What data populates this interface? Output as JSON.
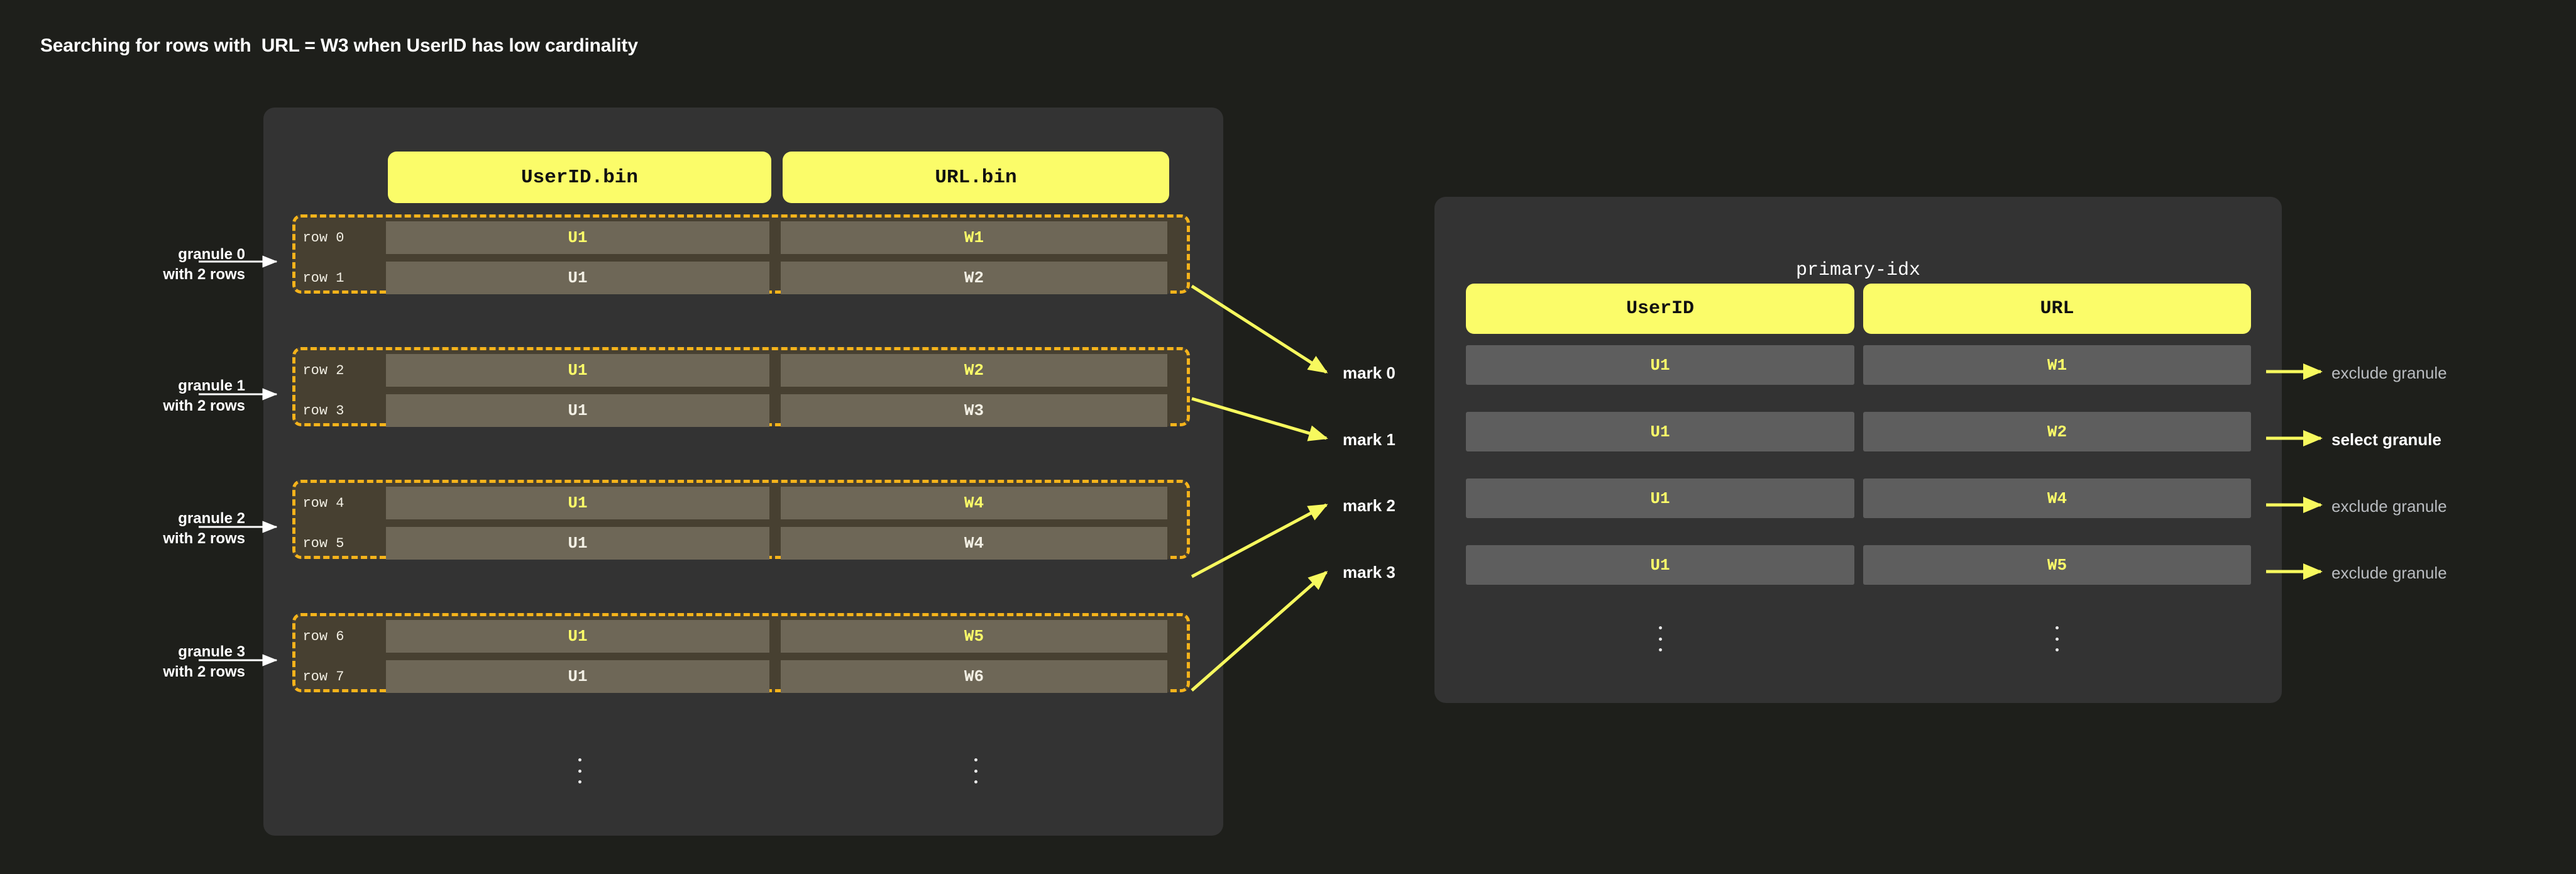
{
  "page": {
    "title": "Searching for rows with  URL = W3 when UserID has low cardinality",
    "background": "#1e1f1b"
  },
  "colors": {
    "accent_yellow": "#fbfc69",
    "dashed_orange": "#f5b31b",
    "panel_bg": "#333333",
    "granule_bg": "#474031",
    "cell_bg": "#6e6757",
    "idx_cell_bg": "#5e5e5e",
    "text_white": "#ffffff",
    "text_muted": "#b9bcc0"
  },
  "parts_panel": {
    "columns": [
      {
        "label": "UserID.bin"
      },
      {
        "label": "URL.bin"
      }
    ],
    "granules": [
      {
        "note_line1": "granule 0",
        "note_line2": "with 2 rows",
        "rows": [
          {
            "row_label": "row 0",
            "userid": "U1",
            "url": "W1",
            "highlight": true
          },
          {
            "row_label": "row 1",
            "userid": "U1",
            "url": "W2",
            "highlight": false
          }
        ]
      },
      {
        "note_line1": "granule 1",
        "note_line2": "with 2 rows",
        "rows": [
          {
            "row_label": "row 2",
            "userid": "U1",
            "url": "W2",
            "highlight": true
          },
          {
            "row_label": "row 3",
            "userid": "U1",
            "url": "W3",
            "highlight": false
          }
        ]
      },
      {
        "note_line1": "granule 2",
        "note_line2": "with 2 rows",
        "rows": [
          {
            "row_label": "row 4",
            "userid": "U1",
            "url": "W4",
            "highlight": true
          },
          {
            "row_label": "row 5",
            "userid": "U1",
            "url": "W4",
            "highlight": false
          }
        ]
      },
      {
        "note_line1": "granule 3",
        "note_line2": "with 2 rows",
        "rows": [
          {
            "row_label": "row 6",
            "userid": "U1",
            "url": "W5",
            "highlight": true
          },
          {
            "row_label": "row 7",
            "userid": "U1",
            "url": "W6",
            "highlight": false
          }
        ]
      }
    ],
    "ellipsis_icon": "vertical-ellipsis"
  },
  "marks": [
    {
      "label": "mark 0"
    },
    {
      "label": "mark 1"
    },
    {
      "label": "mark 2"
    },
    {
      "label": "mark 3"
    }
  ],
  "index_panel": {
    "title": "primary-idx",
    "columns": [
      {
        "label": "UserID"
      },
      {
        "label": "URL"
      }
    ],
    "rows": [
      {
        "userid": "U1",
        "url": "W1",
        "annotation": "exclude granule",
        "selected": false
      },
      {
        "userid": "U1",
        "url": "W2",
        "annotation": "select granule",
        "selected": true
      },
      {
        "userid": "U1",
        "url": "W4",
        "annotation": "exclude granule",
        "selected": false
      },
      {
        "userid": "U1",
        "url": "W5",
        "annotation": "exclude granule",
        "selected": false
      }
    ],
    "ellipsis_icon": "vertical-ellipsis"
  }
}
